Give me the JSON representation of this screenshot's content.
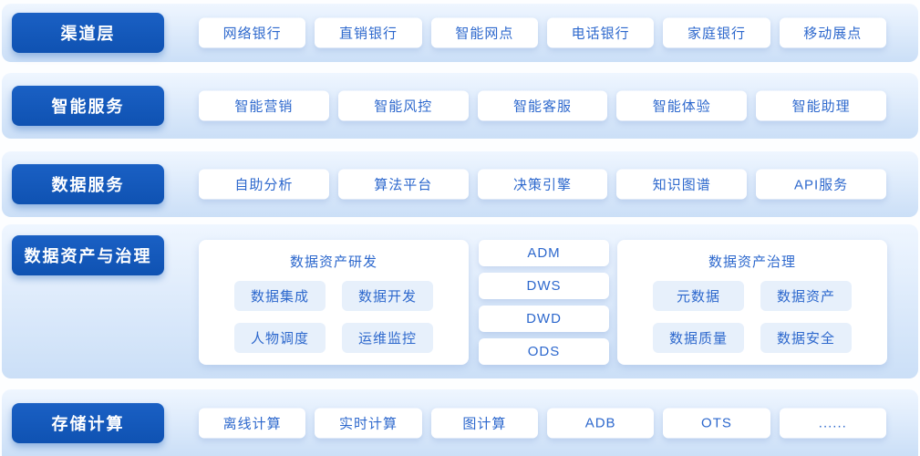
{
  "palette": {
    "label_button_blue": "#1257ba",
    "item_text_blue": "#2d68cd",
    "band_gradient_top": "#eff6ff",
    "band_gradient_bottom": "#cbdff7",
    "chip_background": "#e7f0fb",
    "card_background": "#ffffff"
  },
  "layers": [
    {
      "id": "channel-layer",
      "label": "渠道层",
      "items": [
        "网络银行",
        "直销银行",
        "智能网点",
        "电话银行",
        "家庭银行",
        "移动展点"
      ]
    },
    {
      "id": "intelligent-services",
      "label": "智能服务",
      "items": [
        "智能营销",
        "智能风控",
        "智能客服",
        "智能体验",
        "智能助理"
      ]
    },
    {
      "id": "data-services",
      "label": "数据服务",
      "items": [
        "自助分析",
        "算法平台",
        "决策引擎",
        "知识图谱",
        "API服务"
      ]
    },
    {
      "id": "data-assets-governance",
      "label": "数据资产与治理",
      "dev_card": {
        "title": "数据资产研发",
        "chips": [
          "数据集成",
          "数据开发",
          "人物调度",
          "运维监控"
        ]
      },
      "warehouse_layers": [
        "ADM",
        "DWS",
        "DWD",
        "ODS"
      ],
      "governance_card": {
        "title": "数据资产治理",
        "chips": [
          "元数据",
          "数据资产",
          "数据质量",
          "数据安全"
        ]
      }
    },
    {
      "id": "storage-compute",
      "label": "存储计算",
      "items": [
        "离线计算",
        "实时计算",
        "图计算",
        "ADB",
        "OTS",
        "......"
      ]
    }
  ]
}
